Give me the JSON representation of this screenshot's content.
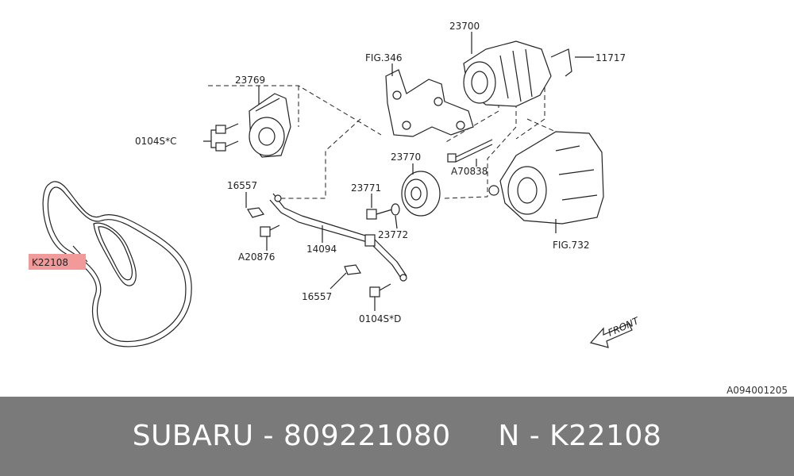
{
  "diagram": {
    "callouts": {
      "p23700": "23700",
      "p11717": "11717",
      "fig346": "FIG.346",
      "p23769": "23769",
      "p0104sc": "0104S*C",
      "p23770": "23770",
      "a70838": "A70838",
      "p16557a": "16557",
      "p23771": "23771",
      "p23772": "23772",
      "a20876": "A20876",
      "p14094": "14094",
      "fig732": "FIG.732",
      "p16557b": "16557",
      "p0104sd": "0104S*D",
      "k22108": "K22108",
      "front": "FRONT"
    },
    "highlight_color": "#f29a9a"
  },
  "ref_code": "A094001205",
  "footer": {
    "text": "SUBARU - 809221080     N - K22108",
    "background": "#7a7a7a"
  }
}
